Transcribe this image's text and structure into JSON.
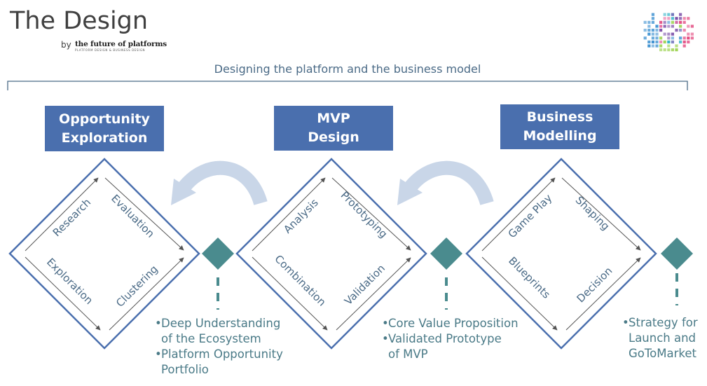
{
  "header": {
    "title": "The Design",
    "by": "by",
    "brand": "the future of platforms",
    "brand_tagline": "PLATFORM DESIGN & BUSINESS DESIGN"
  },
  "subtitle": "Designing the platform and the business model",
  "phases": [
    {
      "title": "Opportunity\nExploration",
      "labels": [
        "Research",
        "Evaluation",
        "Exploration",
        "Clustering"
      ]
    },
    {
      "title": "MVP\nDesign",
      "labels": [
        "Analysis",
        "Prototyping",
        "Combination",
        "Validation"
      ]
    },
    {
      "title": "Business\nModelling",
      "labels": [
        "Game Play",
        "Shaping",
        "Blueprints",
        "Decision"
      ]
    }
  ],
  "outcomes": [
    {
      "items": [
        "Deep Understanding\nof the Ecosystem",
        "Platform Opportunity\nPortfolio"
      ]
    },
    {
      "items": [
        "Core Value Proposition",
        "Validated Prototype\nof MVP"
      ]
    },
    {
      "items": [
        "Strategy for\nLaunch and\nGoToMarket"
      ]
    }
  ],
  "colors": {
    "phase_box": "#4a6fae",
    "diamond_border": "#4a6fae",
    "milestone": "#4a8b8e",
    "arrow": "#c9d6e8",
    "text": "#4a6a86"
  }
}
